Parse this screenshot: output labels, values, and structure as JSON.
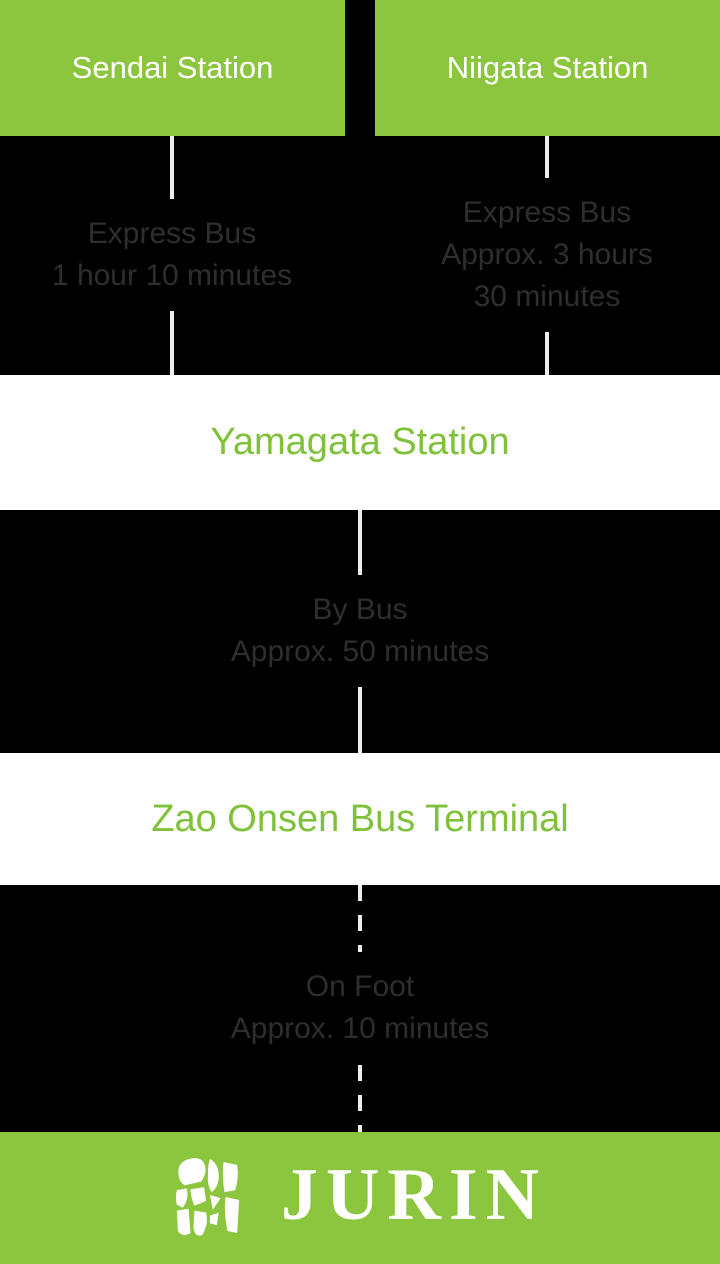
{
  "colors": {
    "brand_green": "#8cc63f",
    "station_text_green": "#7fc13a",
    "note_text_dark": "#2e2e2e",
    "line_white": "#ededed",
    "background_black": "#000000",
    "band_white": "#ffffff"
  },
  "origin_boxes": [
    {
      "label": "Sendai Station"
    },
    {
      "label": "Niigata Station"
    }
  ],
  "route_segments": [
    {
      "id": "sendai-express-bus",
      "style": "solid",
      "lines": [
        "Express Bus",
        "1 hour 10 minutes"
      ]
    },
    {
      "id": "niigata-express-bus",
      "style": "solid",
      "lines": [
        "Express Bus",
        "Approx. 3 hours",
        "30 minutes"
      ]
    },
    {
      "id": "yamagata-to-zao-bus",
      "style": "solid",
      "lines": [
        "By Bus",
        "Approx. 50 minutes"
      ]
    },
    {
      "id": "zao-to-jurin-foot",
      "style": "dashed",
      "lines": [
        "On Foot",
        "Approx. 10 minutes"
      ]
    }
  ],
  "stations": [
    {
      "label": "Yamagata Station"
    },
    {
      "label": "Zao Onsen Bus Terminal"
    }
  ],
  "footer": {
    "brand": "JURIN",
    "logo": "jurin-mosaic-logo"
  }
}
